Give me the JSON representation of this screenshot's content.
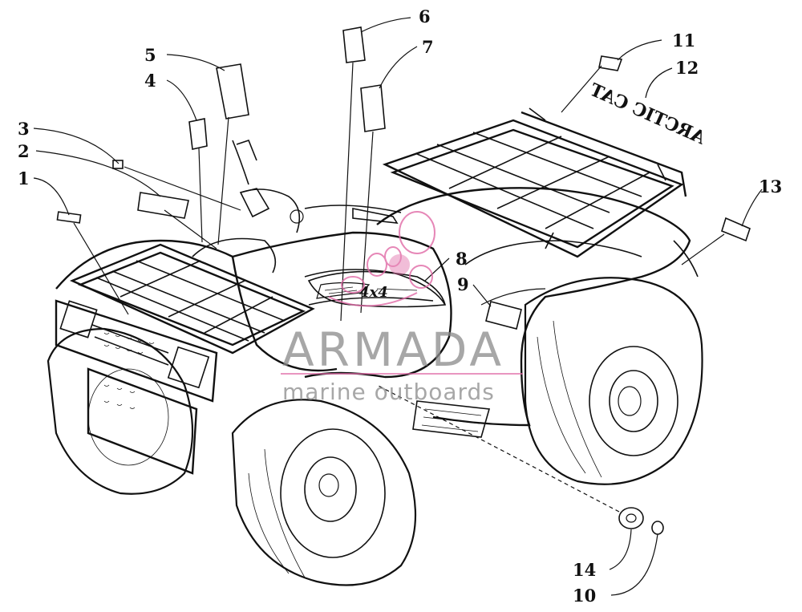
{
  "diagram": {
    "callouts": [
      "1",
      "2",
      "3",
      "4",
      "5",
      "6",
      "7",
      "8",
      "9",
      "10",
      "11",
      "12",
      "13",
      "14"
    ],
    "decal_text": "ARCTIC CAT",
    "emblem_text": "4x4",
    "watermark": {
      "name": "ARMADA",
      "tagline": "marine outboards"
    },
    "colors": {
      "ink": "#111111",
      "watermark_gray": "#8a8a8a",
      "watermark_pink": "#e06aa6"
    }
  }
}
